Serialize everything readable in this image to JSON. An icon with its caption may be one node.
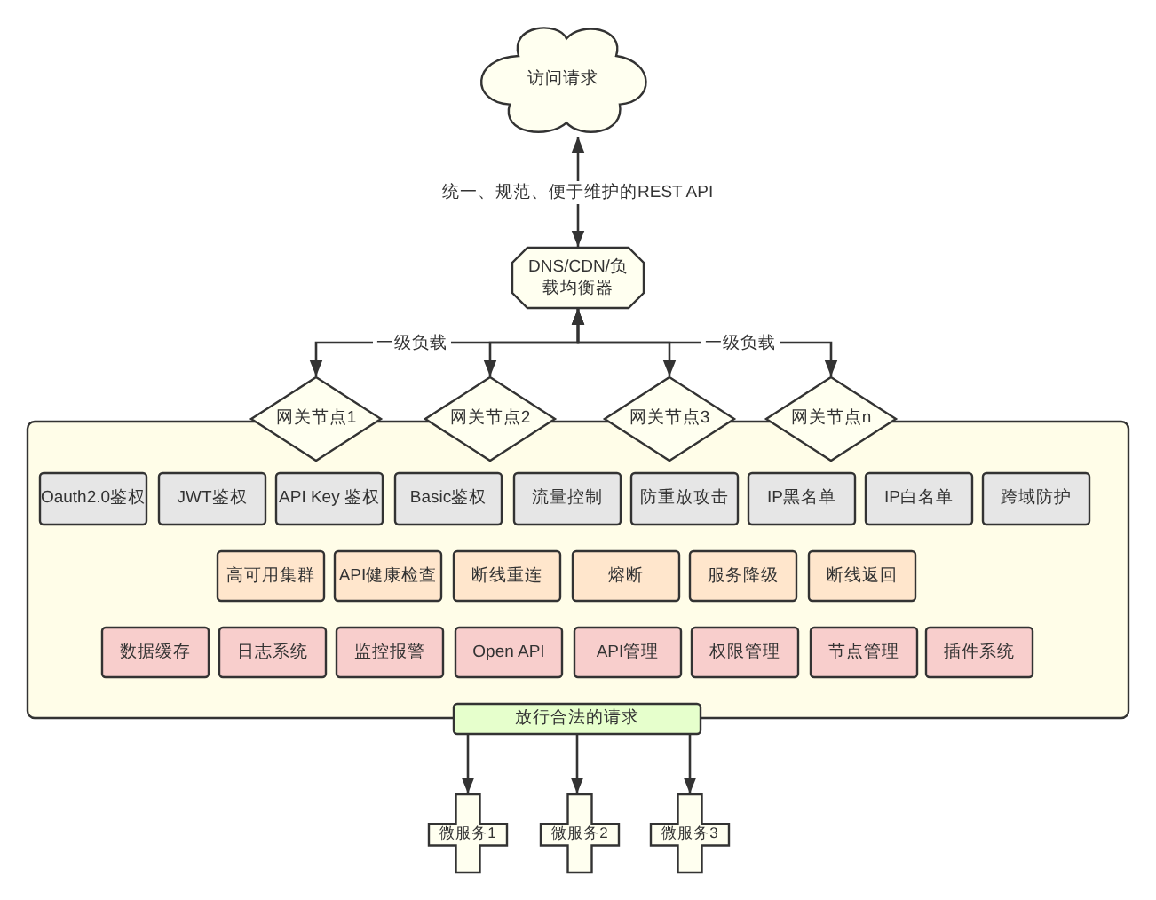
{
  "diagram": {
    "nodes": [
      {
        "text": [
          "访问请求"
        ]
      },
      {
        "text": [
          "DNS/CDN/负载均衡器"
        ]
      },
      {
        "text": [
          "网关节点1"
        ]
      },
      {
        "text": [
          "网关节点2"
        ]
      },
      {
        "text": [
          "网关节点3"
        ]
      },
      {
        "text": [
          "网关节点n"
        ]
      },
      {
        "text": [],
        "shape": "box"
      },
      {
        "text": [
          "Oauth2.0鉴权"
        ],
        "in": 6
      },
      {
        "text": [
          "JWT鉴权"
        ],
        "in": 6
      },
      {
        "text": [
          "API Key 鉴权"
        ],
        "in": 6
      },
      {
        "text": [
          "Basic鉴权"
        ],
        "in": 6
      },
      {
        "text": [
          "流量控制"
        ],
        "in": 6
      },
      {
        "text": [
          "防重放攻击"
        ],
        "in": 6
      },
      {
        "text": [
          "IP黑名单"
        ],
        "in": 6
      },
      {
        "text": [
          "IP白名单"
        ],
        "in": 6
      },
      {
        "text": [
          "跨域防护"
        ],
        "in": 6
      },
      {
        "text": [
          "高可用集群"
        ],
        "in": 6
      },
      {
        "text": [
          "API健康检查"
        ],
        "in": 6
      },
      {
        "text": [
          "断线重连"
        ],
        "in": 6
      },
      {
        "text": [
          "熔断"
        ],
        "in": 6
      },
      {
        "text": [
          "服务降级"
        ],
        "in": 6
      },
      {
        "text": [
          "断线返回"
        ],
        "in": 6
      },
      {
        "text": [
          "数据缓存"
        ],
        "in": 6
      },
      {
        "text": [
          "日志系统"
        ],
        "in": 6
      },
      {
        "text": [
          "监控报警"
        ],
        "in": 6
      },
      {
        "text": [
          "Open API"
        ],
        "in": 6
      },
      {
        "text": [
          "API管理"
        ],
        "in": 6
      },
      {
        "text": [
          "权限管理"
        ],
        "in": 6
      },
      {
        "text": [
          "节点管理"
        ],
        "in": 6
      },
      {
        "text": [
          "插件系统"
        ],
        "in": 6
      },
      {
        "text": [
          "放行合法的请求"
        ]
      },
      {
        "text": [
          "微服务1"
        ]
      },
      {
        "text": [
          "微服务2"
        ]
      },
      {
        "text": [
          "微服务3"
        ]
      }
    ],
    "edges": [
      {
        "from": 0,
        "to": 1,
        "arrow": "both",
        "label": "统一、规范、便于维护的REST API"
      },
      {
        "from": 1,
        "to": 2,
        "arrow": "both",
        "label": "一级负载"
      },
      {
        "from": 1,
        "to": 3,
        "arrow": "both"
      },
      {
        "from": 1,
        "to": 4,
        "arrow": "both"
      },
      {
        "from": 1,
        "to": 5,
        "arrow": "both",
        "label": "一级负载"
      },
      {
        "from": 30,
        "to": 31,
        "arrow": "to"
      },
      {
        "from": 30,
        "to": 32,
        "arrow": "to"
      },
      {
        "from": 30,
        "to": 33,
        "arrow": "to"
      }
    ]
  }
}
